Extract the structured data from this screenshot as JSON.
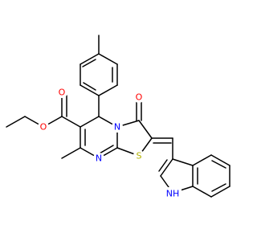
{
  "colors": {
    "bond": "#000000",
    "O": "#ff0000",
    "N": "#0000ff",
    "S": "#b2b200",
    "background": "#ffffff"
  },
  "atoms": {
    "o_ester_carbonyl": "O",
    "o_ester_ether": "O",
    "o_ketone": "O",
    "n_ring_fused": "N",
    "n_imine": "N",
    "s_thiazole": "S",
    "nh_indole": "NH"
  }
}
